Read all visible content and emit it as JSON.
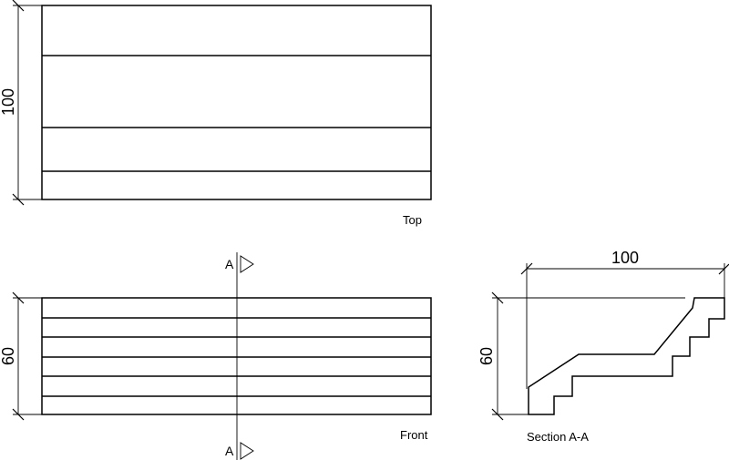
{
  "top_view": {
    "label": "Top",
    "height_dimension": "100"
  },
  "front_view": {
    "label": "Front",
    "height_dimension": "60",
    "section_mark_top": "A",
    "section_mark_bottom": "A"
  },
  "section_view": {
    "label": "Section A-A",
    "width_dimension": "100",
    "height_dimension": "60"
  }
}
